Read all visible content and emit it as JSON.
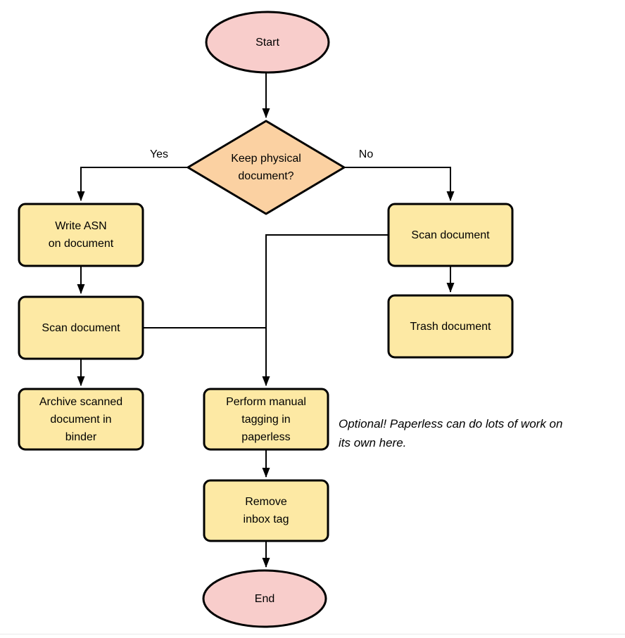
{
  "diagram": {
    "type": "flowchart",
    "nodes": {
      "start": {
        "label": "Start",
        "shape": "terminator"
      },
      "decision": {
        "label": "Keep physical\ndocument?",
        "shape": "decision"
      },
      "write_asn": {
        "label": "Write ASN\non document",
        "shape": "process"
      },
      "scan_left": {
        "label": "Scan document",
        "shape": "process"
      },
      "archive": {
        "label": "Archive scanned\ndocument in\nbinder",
        "shape": "process"
      },
      "scan_right": {
        "label": "Scan document",
        "shape": "process"
      },
      "trash": {
        "label": "Trash document",
        "shape": "process"
      },
      "tagging": {
        "label": "Perform manual\ntagging in\npaperless",
        "shape": "process"
      },
      "remove_inbox": {
        "label": "Remove\ninbox tag",
        "shape": "process"
      },
      "end": {
        "label": "End",
        "shape": "terminator"
      }
    },
    "edge_labels": {
      "yes": "Yes",
      "no": "No"
    },
    "note": "Optional! Paperless can do lots of work on\nits own here.",
    "colors": {
      "terminator_fill": "#f8cdcb",
      "decision_fill": "#fbd1a2",
      "process_fill": "#fde9a4",
      "stroke": "#000000"
    }
  }
}
